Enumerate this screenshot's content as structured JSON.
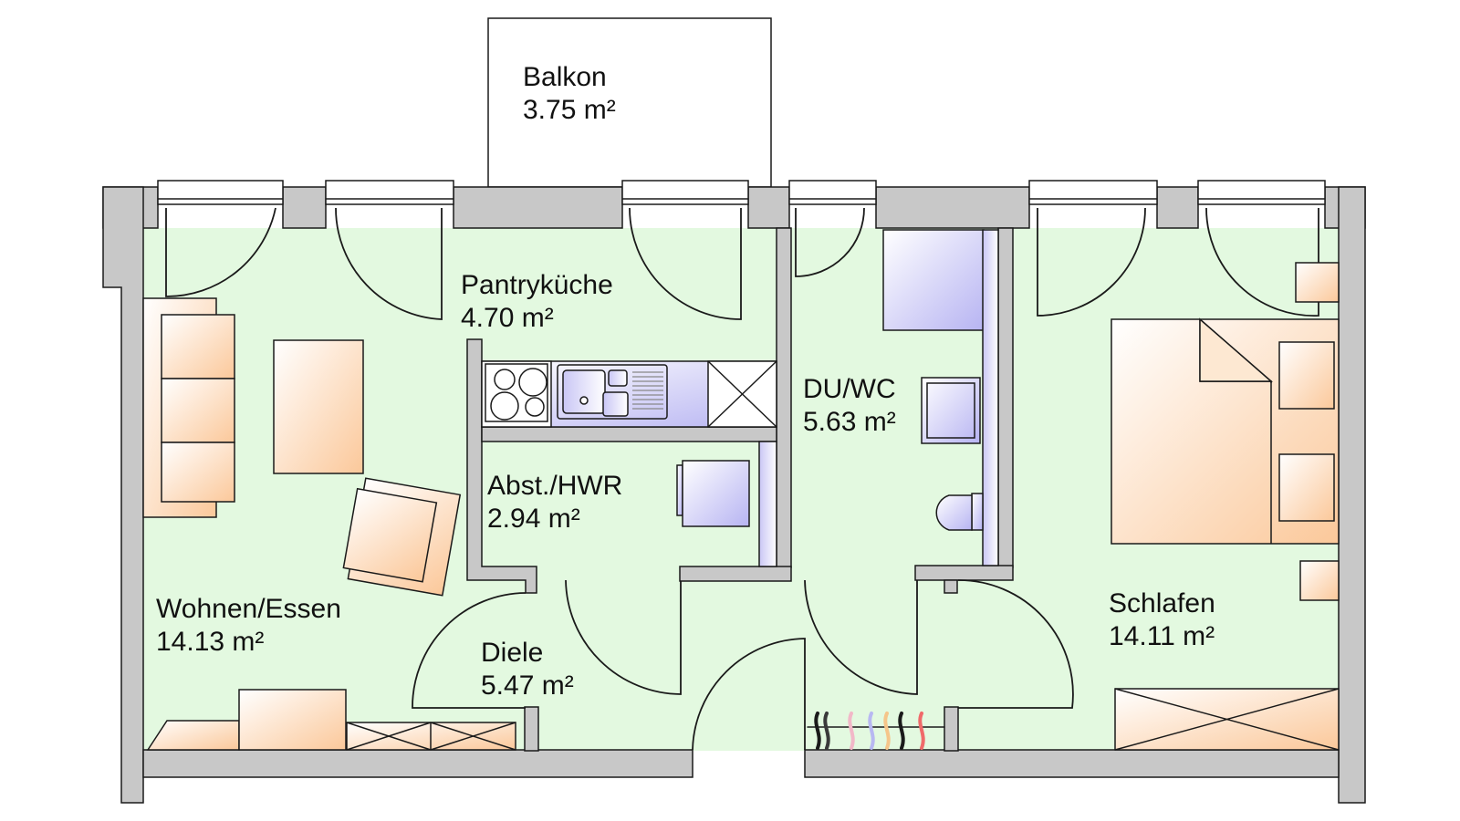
{
  "colors": {
    "wall": "#c8c8c8",
    "floor": "#e3f9e0",
    "furniture": "#fde3c8",
    "fixture": "#d9d9f7",
    "line": "#1a1a1a"
  },
  "rooms": [
    {
      "id": "balkon",
      "name": "Balkon",
      "area": "3.75 m²"
    },
    {
      "id": "pantry",
      "name": "Pantryküche",
      "area": "4.70 m²"
    },
    {
      "id": "duwc",
      "name": "DU/WC",
      "area": "5.63 m²"
    },
    {
      "id": "abst",
      "name": "Abst./HWR",
      "area": "2.94 m²"
    },
    {
      "id": "wohnen",
      "name": "Wohnen/Essen",
      "area": "14.13 m²"
    },
    {
      "id": "diele",
      "name": "Diele",
      "area": "5.47 m²"
    },
    {
      "id": "schlafen",
      "name": "Schlafen",
      "area": "14.11 m²"
    }
  ]
}
